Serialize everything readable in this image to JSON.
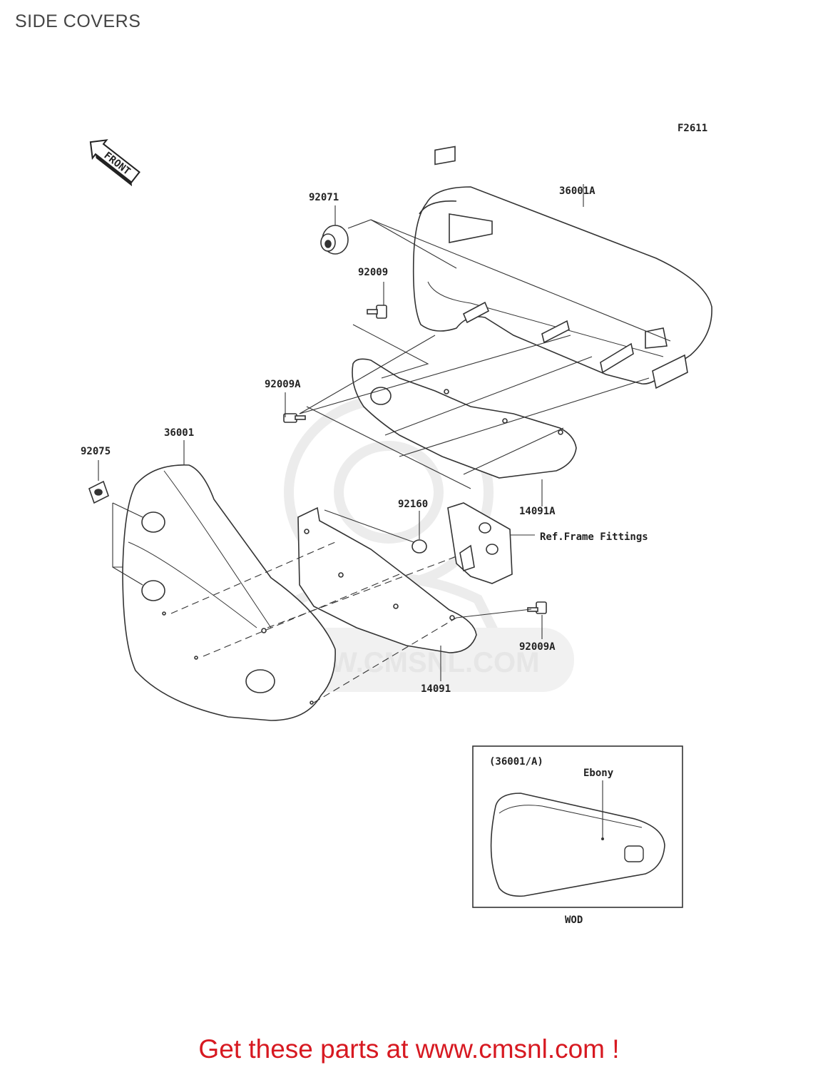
{
  "header": {
    "title": "SIDE COVERS"
  },
  "diagram": {
    "figure_code": "F2611",
    "front_label": "FRONT",
    "watermark": "WWW.CMSNL.COM",
    "parts": [
      {
        "id": "92071"
      },
      {
        "id": "36001A"
      },
      {
        "id": "92009"
      },
      {
        "id": "92009A"
      },
      {
        "id": "36001"
      },
      {
        "id": "92075"
      },
      {
        "id": "92160"
      },
      {
        "id": "14091A"
      },
      {
        "id": "Ref.Frame Fittings"
      },
      {
        "id": "92009A"
      },
      {
        "id": "14091"
      }
    ],
    "inset": {
      "title": "(36001/A)",
      "color_label": "Ebony",
      "model": "WOD"
    }
  },
  "footer": {
    "text": "Get these parts at www.cmsnl.com !"
  },
  "colors": {
    "footer": "#d71921",
    "lines": "#333333",
    "watermark": "#e6e6e6"
  }
}
